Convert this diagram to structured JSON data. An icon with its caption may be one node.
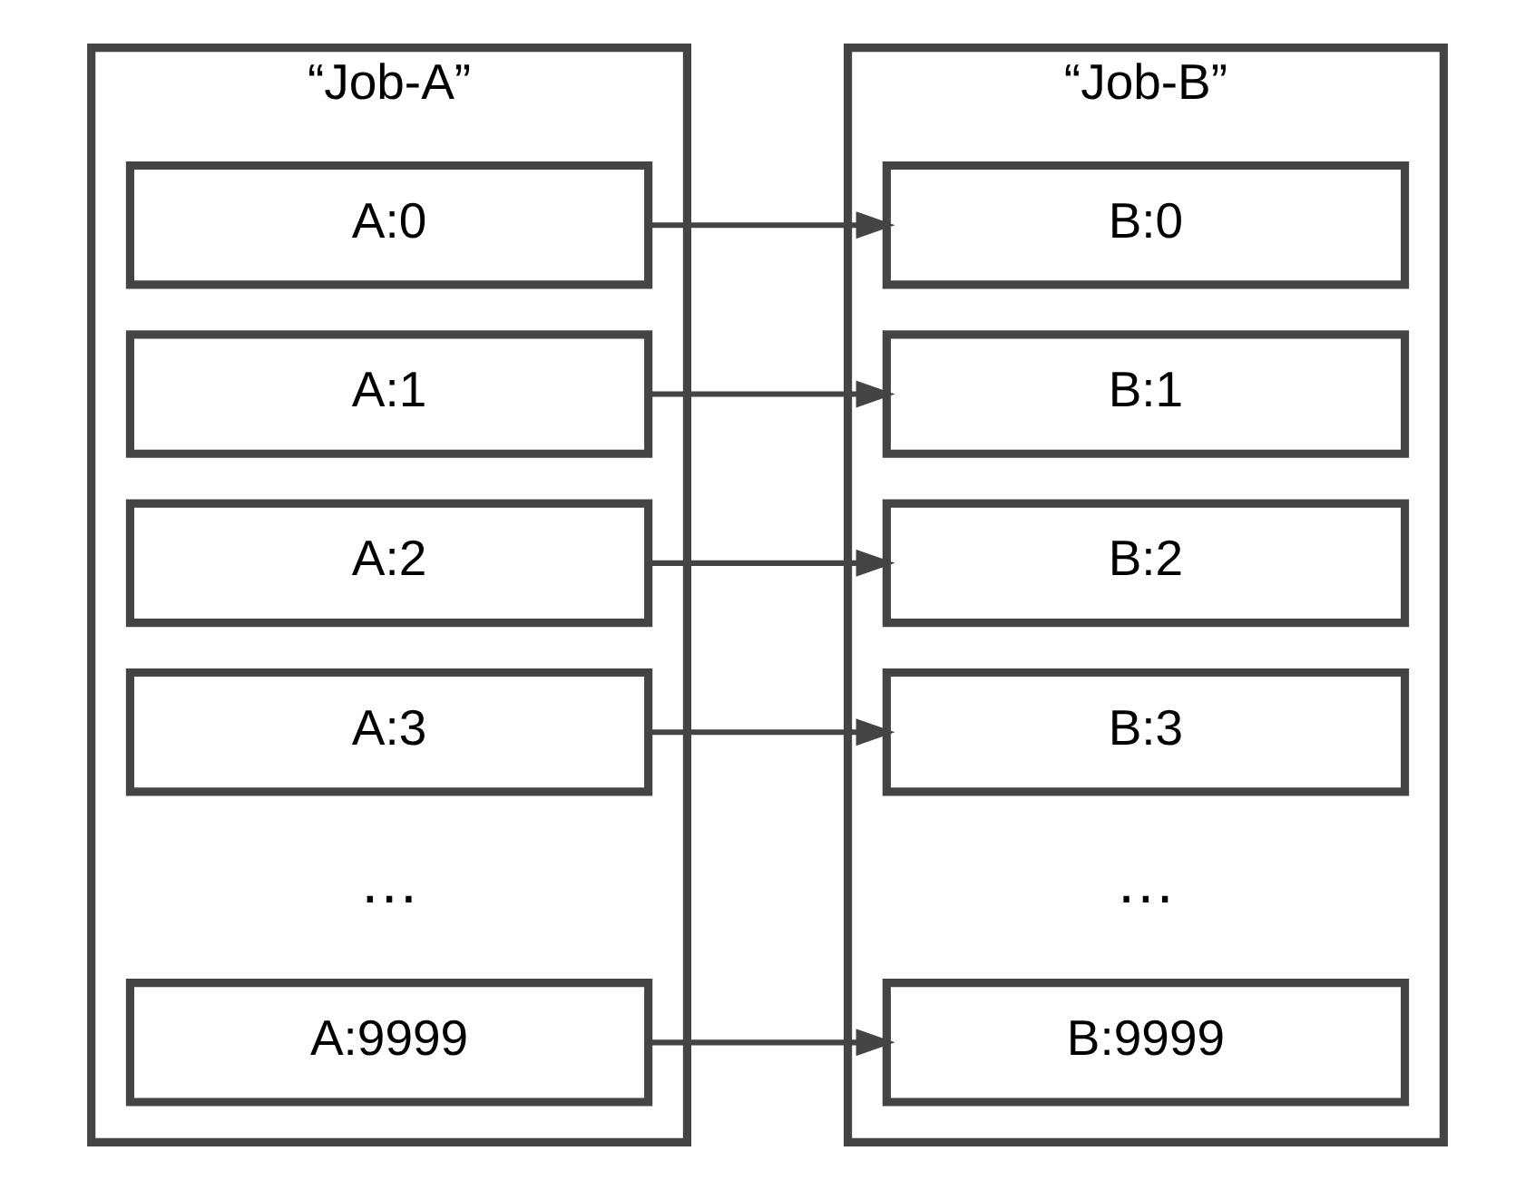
{
  "diagram": {
    "nodes": [
      {
        "text": [
          "“Job-A”"
        ]
      },
      {
        "text": [
          "A:0"
        ],
        "in": 0
      },
      {
        "text": [
          "A:1"
        ],
        "in": 0
      },
      {
        "text": [
          "A:2"
        ],
        "in": 0
      },
      {
        "text": [
          "A:3"
        ],
        "in": 0
      },
      {
        "text": [
          "A:9999"
        ],
        "in": 0
      },
      {
        "text": [
          "“Job-B”"
        ]
      },
      {
        "text": [
          "B:0"
        ],
        "in": 6
      },
      {
        "text": [
          "B:1"
        ],
        "in": 6
      },
      {
        "text": [
          "B:2"
        ],
        "in": 6
      },
      {
        "text": [
          "B:3"
        ],
        "in": 6
      },
      {
        "text": [
          "B:9999"
        ],
        "in": 6
      }
    ],
    "edges": [
      {
        "from": 1,
        "to": 7,
        "arrow": "to"
      },
      {
        "from": 2,
        "to": 8,
        "arrow": "to"
      },
      {
        "from": 3,
        "to": 9,
        "arrow": "to"
      },
      {
        "from": 4,
        "to": 10,
        "arrow": "to"
      },
      {
        "from": 5,
        "to": 11,
        "arrow": "to"
      }
    ],
    "labels": [
      "…",
      "…"
    ]
  }
}
